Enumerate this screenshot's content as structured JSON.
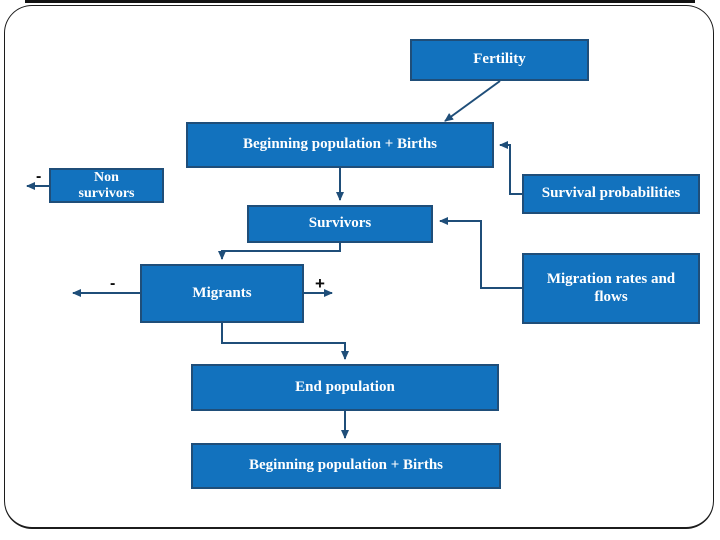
{
  "diagram": {
    "description": "Population projection flow chart",
    "colors": {
      "node_fill": "#1272BE",
      "node_border": "#1F4E79",
      "connector": "#1F4E79",
      "sign_color": "#0D0D0D",
      "frame_border": "#1C1C1C",
      "background": "#FFFFFF",
      "node_text": "#FFFFFF"
    },
    "nodes": {
      "fertility": {
        "label": "Fertility"
      },
      "beginning_top": {
        "label": "Beginning population + Births"
      },
      "non_survivors": {
        "label": "Non survivors"
      },
      "survival_probabilities": {
        "label": "Survival probabilities"
      },
      "survivors": {
        "label": "Survivors"
      },
      "migrants": {
        "label": "Migrants"
      },
      "migration_rates": {
        "label": "Migration rates and flows"
      },
      "end_population": {
        "label": "End population"
      },
      "beginning_bottom": {
        "label": "Beginning population + Births"
      }
    },
    "signs": {
      "non_survivors_minus": "-",
      "migrants_out_minus": "-",
      "migrants_in_plus": "+"
    },
    "edges": [
      {
        "from": "fertility",
        "to": "beginning_top"
      },
      {
        "from": "beginning_top",
        "to": "survivors"
      },
      {
        "from": "survival_probabilities",
        "to": "beginning_top"
      },
      {
        "from": "survivors",
        "to": "migrants"
      },
      {
        "from": "migration_rates",
        "to": "survivors"
      },
      {
        "from": "migrants",
        "to": "end_population"
      },
      {
        "from": "end_population",
        "to": "beginning_bottom"
      },
      {
        "from": "non_survivors",
        "to": "out-left"
      },
      {
        "from": "migrants",
        "to": "out-left"
      },
      {
        "from": "migrants",
        "to": "out-right"
      }
    ]
  }
}
